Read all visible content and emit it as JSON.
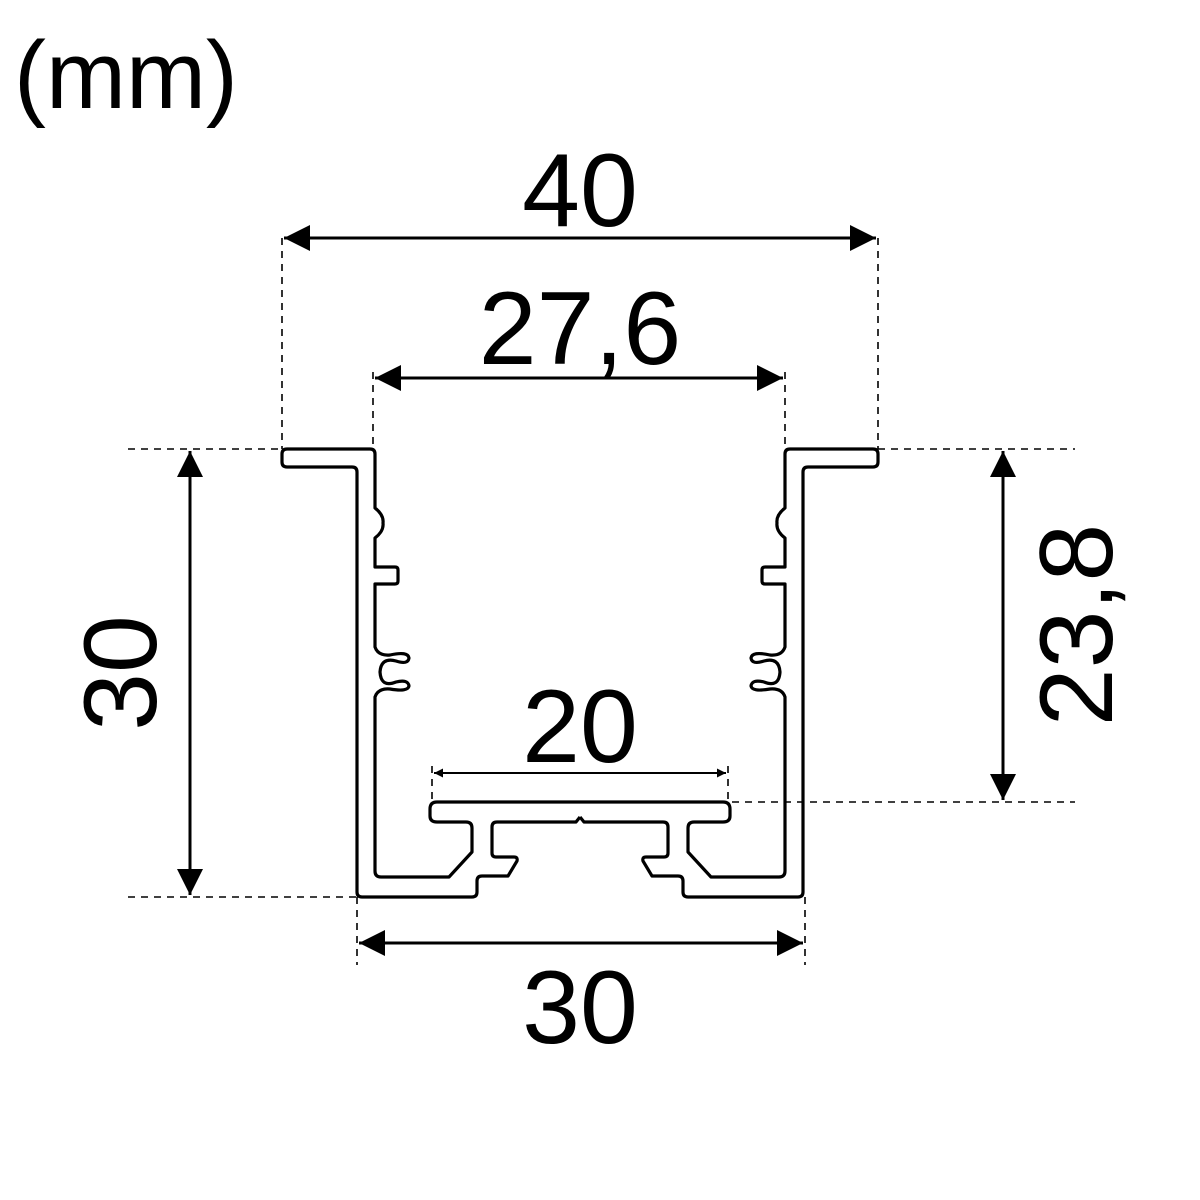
{
  "units": "(mm)",
  "dimensions": {
    "outer_flange_width": "40",
    "inner_opening_width": "27,6",
    "led_board_width": "20",
    "body_width": "30",
    "total_height": "30",
    "inner_depth": "23,8"
  },
  "colors": {
    "line": "#000000",
    "background": "#ffffff"
  }
}
